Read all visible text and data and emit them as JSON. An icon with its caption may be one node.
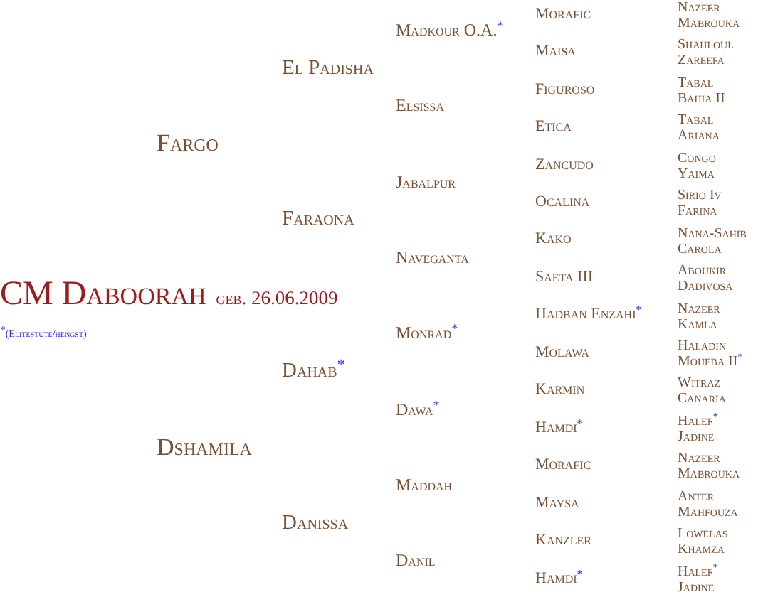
{
  "diagram": {
    "title": "CM Daboorah",
    "labels": [
      "geb. 26.06.2009",
      "$^{*}$(Elitestute/hengst)",
      "Fargo",
      "Dshamila",
      "El Padisha",
      "Faraona",
      "Dahab$^{*}$",
      "Danissa",
      "Madkour O.A.$^{*}$",
      "Elsissa",
      "Jabalpur",
      "Naveganta",
      "Monrad$^{*}$",
      "Dawa$^{*}$",
      "Maddah",
      "Danil",
      "Morafic",
      "Maisa",
      "Figuroso",
      "Etica",
      "Zancudo",
      "Ocalina",
      "Kako",
      "Saeta III",
      "Hadban Enzahi$^{*}$",
      "Molawa",
      "Karmin",
      "Hamdi$^{*}$",
      "Morafic",
      "Maysa",
      "Kanzler",
      "Hamdi$^{*}$",
      "Nazeer",
      "Mabrouka",
      "Shahloul",
      "Zareefa",
      "Tabal",
      "Bahia II",
      "Tabal",
      "Ariana",
      "Congo",
      "Yaima",
      "Sirio Iv",
      "Farina",
      "Nana-Sahib",
      "Carola",
      "Aboukir",
      "Dadivosa",
      "Nazeer",
      "Kamla",
      "Haladin",
      "Moheba II$^{*}$",
      "Witraz",
      "Canaria",
      "Halef$^{*}$",
      "Jadine",
      "Nazeer",
      "Mabrouka",
      "Anter",
      "Mahfouza",
      "Lowelas",
      "Khamza",
      "Halef$^{*}$",
      "Jadine"
    ]
  }
}
